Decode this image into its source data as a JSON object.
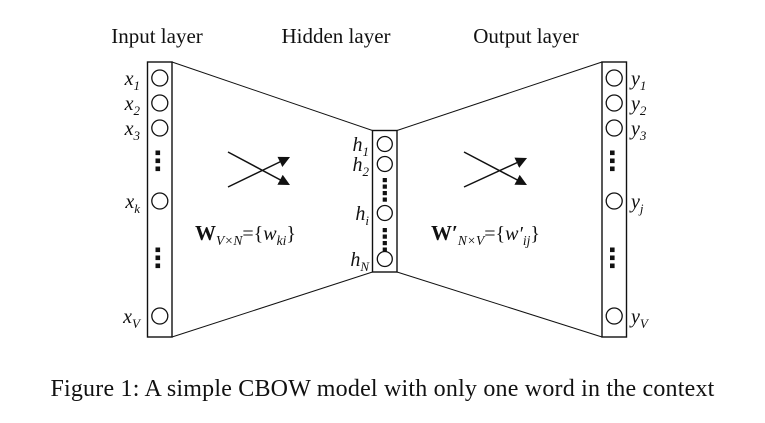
{
  "colors": {
    "ink": "#111111",
    "background": "#ffffff"
  },
  "figure": {
    "headers": {
      "input": "Input layer",
      "hidden": "Hidden layer",
      "output": "Output layer"
    },
    "input_nodes": [
      {
        "base": "x",
        "sub": "1"
      },
      {
        "base": "x",
        "sub": "2"
      },
      {
        "base": "x",
        "sub": "3"
      },
      {
        "base": "x",
        "sub": "k"
      },
      {
        "base": "x",
        "sub": "V"
      }
    ],
    "hidden_nodes": [
      {
        "base": "h",
        "sub": "1"
      },
      {
        "base": "h",
        "sub": "2"
      },
      {
        "base": "h",
        "sub": "i"
      },
      {
        "base": "h",
        "sub": "N"
      }
    ],
    "output_nodes": [
      {
        "base": "y",
        "sub": "1"
      },
      {
        "base": "y",
        "sub": "2"
      },
      {
        "base": "y",
        "sub": "3"
      },
      {
        "base": "y",
        "sub": "j"
      },
      {
        "base": "y",
        "sub": "V"
      }
    ],
    "left_weight": {
      "W": "W",
      "Wsub": "V×N",
      "mid": "={",
      "v": "w",
      "vsub": "ki",
      "close": "}"
    },
    "right_weight": {
      "W": "W′",
      "Wsub": "N×V",
      "mid": "={",
      "v": "w′",
      "vsub": "ij",
      "close": "}"
    }
  },
  "caption": "Figure 1: A simple CBOW model with only one word in the context"
}
